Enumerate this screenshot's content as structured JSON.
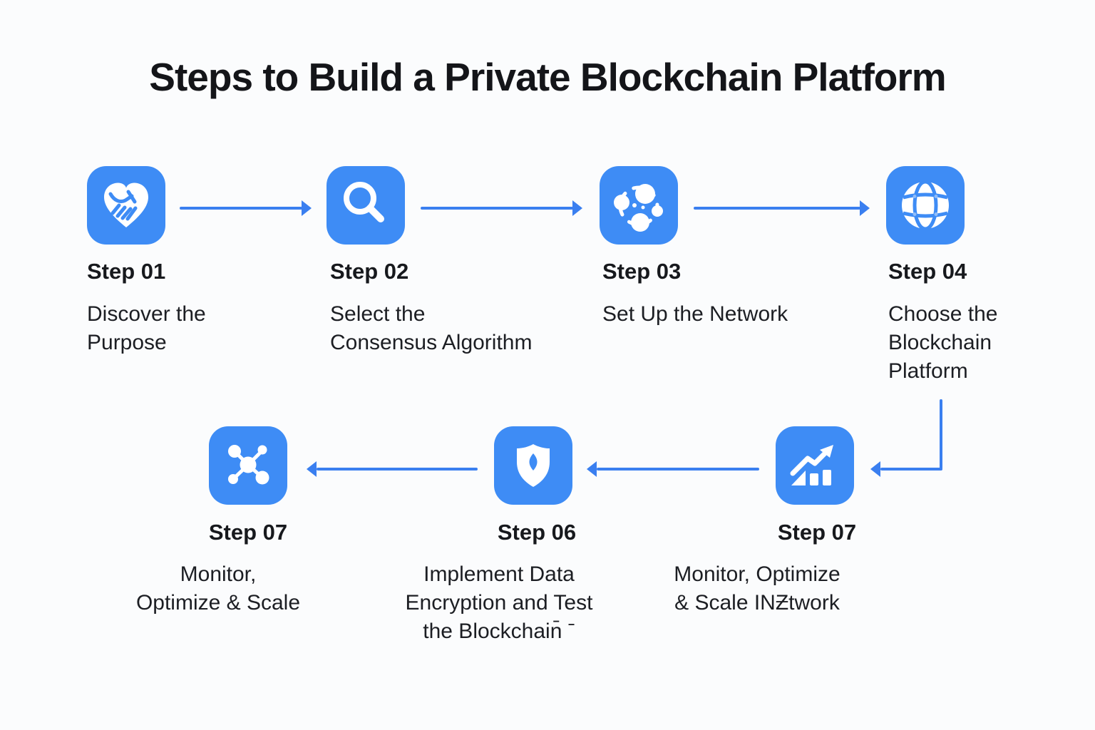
{
  "title": "Steps to Build a Private Blockchain Platform",
  "colors": {
    "icon_blue": "#3e8cf5",
    "arrow_blue": "#3a7ff0",
    "background": "#fbfcfd",
    "text_dark": "#17191d"
  },
  "steps": [
    {
      "label": "Step 01",
      "icon": "heart-handshake-icon",
      "description_lines": [
        "Discover the",
        "Purpose"
      ]
    },
    {
      "label": "Step 02",
      "icon": "search-icon",
      "description_lines": [
        "Select the",
        "Consensus Algorithm"
      ]
    },
    {
      "label": "Step 03",
      "icon": "network-nodes-icon",
      "description_lines": [
        "Set Up the Network"
      ]
    },
    {
      "label": "Step 04",
      "icon": "globe-icon",
      "description_lines": [
        "Choose the",
        "Blockchain",
        "Platform"
      ]
    },
    {
      "label": "Step 07",
      "icon": "molecule-network-icon",
      "description_lines": [
        "Monitor,",
        "Optimize & Scale"
      ]
    },
    {
      "label": "Step 06",
      "icon": "shield-icon",
      "description_lines": [
        "Implement Data",
        "Encryption and Test",
        "the Blockchain̄ ˉ"
      ]
    },
    {
      "label": "Step 07",
      "icon": "chart-growth-icon",
      "description_lines": [
        "Monitor, Optimize",
        "& Scale INƵtwork"
      ]
    }
  ]
}
